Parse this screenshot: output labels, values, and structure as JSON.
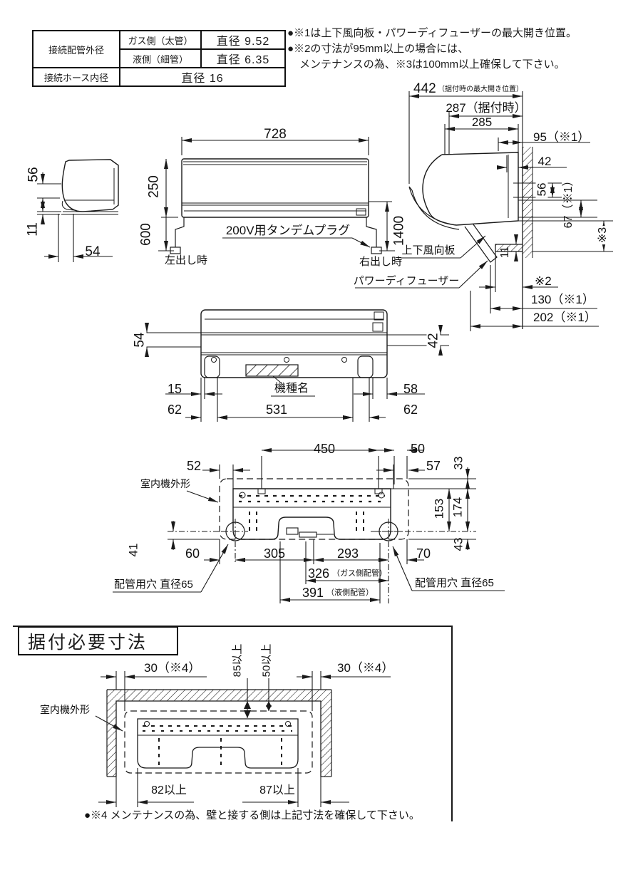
{
  "colors": {
    "ink": "#1a1a1a",
    "bg": "#ffffff"
  },
  "table": {
    "pipe_od_label": "接続配管外径",
    "gas_row": "ガス側（太管）",
    "gas_val": "直径 9.52",
    "liquid_row": "液側（細管）",
    "liquid_val": "直径 6.35",
    "hose_label": "接続ホース内径",
    "hose_val": "直径 16"
  },
  "notes": {
    "line1": "●※1は上下風向板・パワーディフューザーの最大開き位置。",
    "line2": "●※2の寸法が95mm以上の場合には、",
    "line3": "メンテナンスの為、※3は100mm以上確保して下さい。"
  },
  "side_left": {
    "d56": "56",
    "d11": "11",
    "d54": "54"
  },
  "front": {
    "d728": "728",
    "d250": "250",
    "d600": "600",
    "d1400": "1400",
    "plug_label": "200V用タンデムプラグ",
    "left_out": "左出し時",
    "right_out": "右出し時"
  },
  "side_right": {
    "d442": "442",
    "d442_note": "（据付時の最大開き位置）",
    "d287": "287（据付時）",
    "d285": "285",
    "d95": "95（※1）",
    "d42": "42",
    "d56": "56",
    "d67": "67（※1）",
    "s3": "※3",
    "d11": "11",
    "s2": "※2",
    "d130": "130（※1）",
    "d202": "202（※1）",
    "flap_label": "上下風向板",
    "diffuser_label": "パワーディフューザー"
  },
  "rear": {
    "d54": "54",
    "d42": "42",
    "d15": "15",
    "d58": "58",
    "d62_left": "62",
    "d531": "531",
    "d62_right": "62",
    "model_label": "機種名"
  },
  "plate": {
    "d450": "450",
    "d50": "50",
    "d52": "52",
    "d57": "57",
    "d33": "33",
    "d153": "153",
    "d174": "174",
    "d41": "41",
    "d43": "43",
    "d60": "60",
    "d305": "305",
    "d293": "293",
    "d70": "70",
    "d326": "326",
    "d326_note": "（ガス側配管）",
    "d391": "391",
    "d391_note": "（液側配管）",
    "outline_label": "室内機外形",
    "hole_left": "配管用穴 直径65",
    "hole_right": "配管用穴 直径65"
  },
  "install": {
    "title": "据付必要寸法",
    "d30_left": "30（※4）",
    "d30_right": "30（※4）",
    "d85": "85以上",
    "d50": "50以上",
    "outline_label": "室内機外形",
    "d82": "82以上",
    "d87": "87以上",
    "note": "●※4 メンテナンスの為、壁と接する側は上記寸法を確保して下さい。"
  }
}
